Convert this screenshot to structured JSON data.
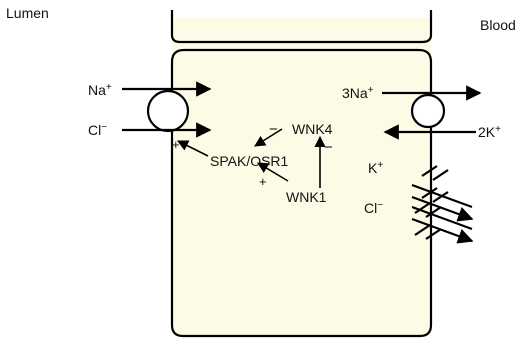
{
  "colors": {
    "cell_fill": "#fdfbe6",
    "line": "#000000",
    "background": "#ffffff"
  },
  "labels": {
    "lumen": "Lumen",
    "blood": "Blood",
    "na_apical": "Na",
    "na_apical_sup": "+",
    "cl_apical": "Cl",
    "cl_apical_sup": "−",
    "na_basal": "3Na",
    "na_basal_sup": "+",
    "k_pump": "2K",
    "k_pump_sup": "+",
    "k_channel": "K",
    "k_channel_sup": "+",
    "cl_channel": "Cl",
    "cl_channel_sup": "−",
    "spak": "SPAK/OSR1",
    "wnk4": "WNK4",
    "wnk1": "WNK1",
    "sign_plus_transporter": "+",
    "sign_minus_wnk4": "−",
    "sign_minus_wnk1_to_wnk4": "−",
    "sign_plus_wnk1": "+"
  }
}
